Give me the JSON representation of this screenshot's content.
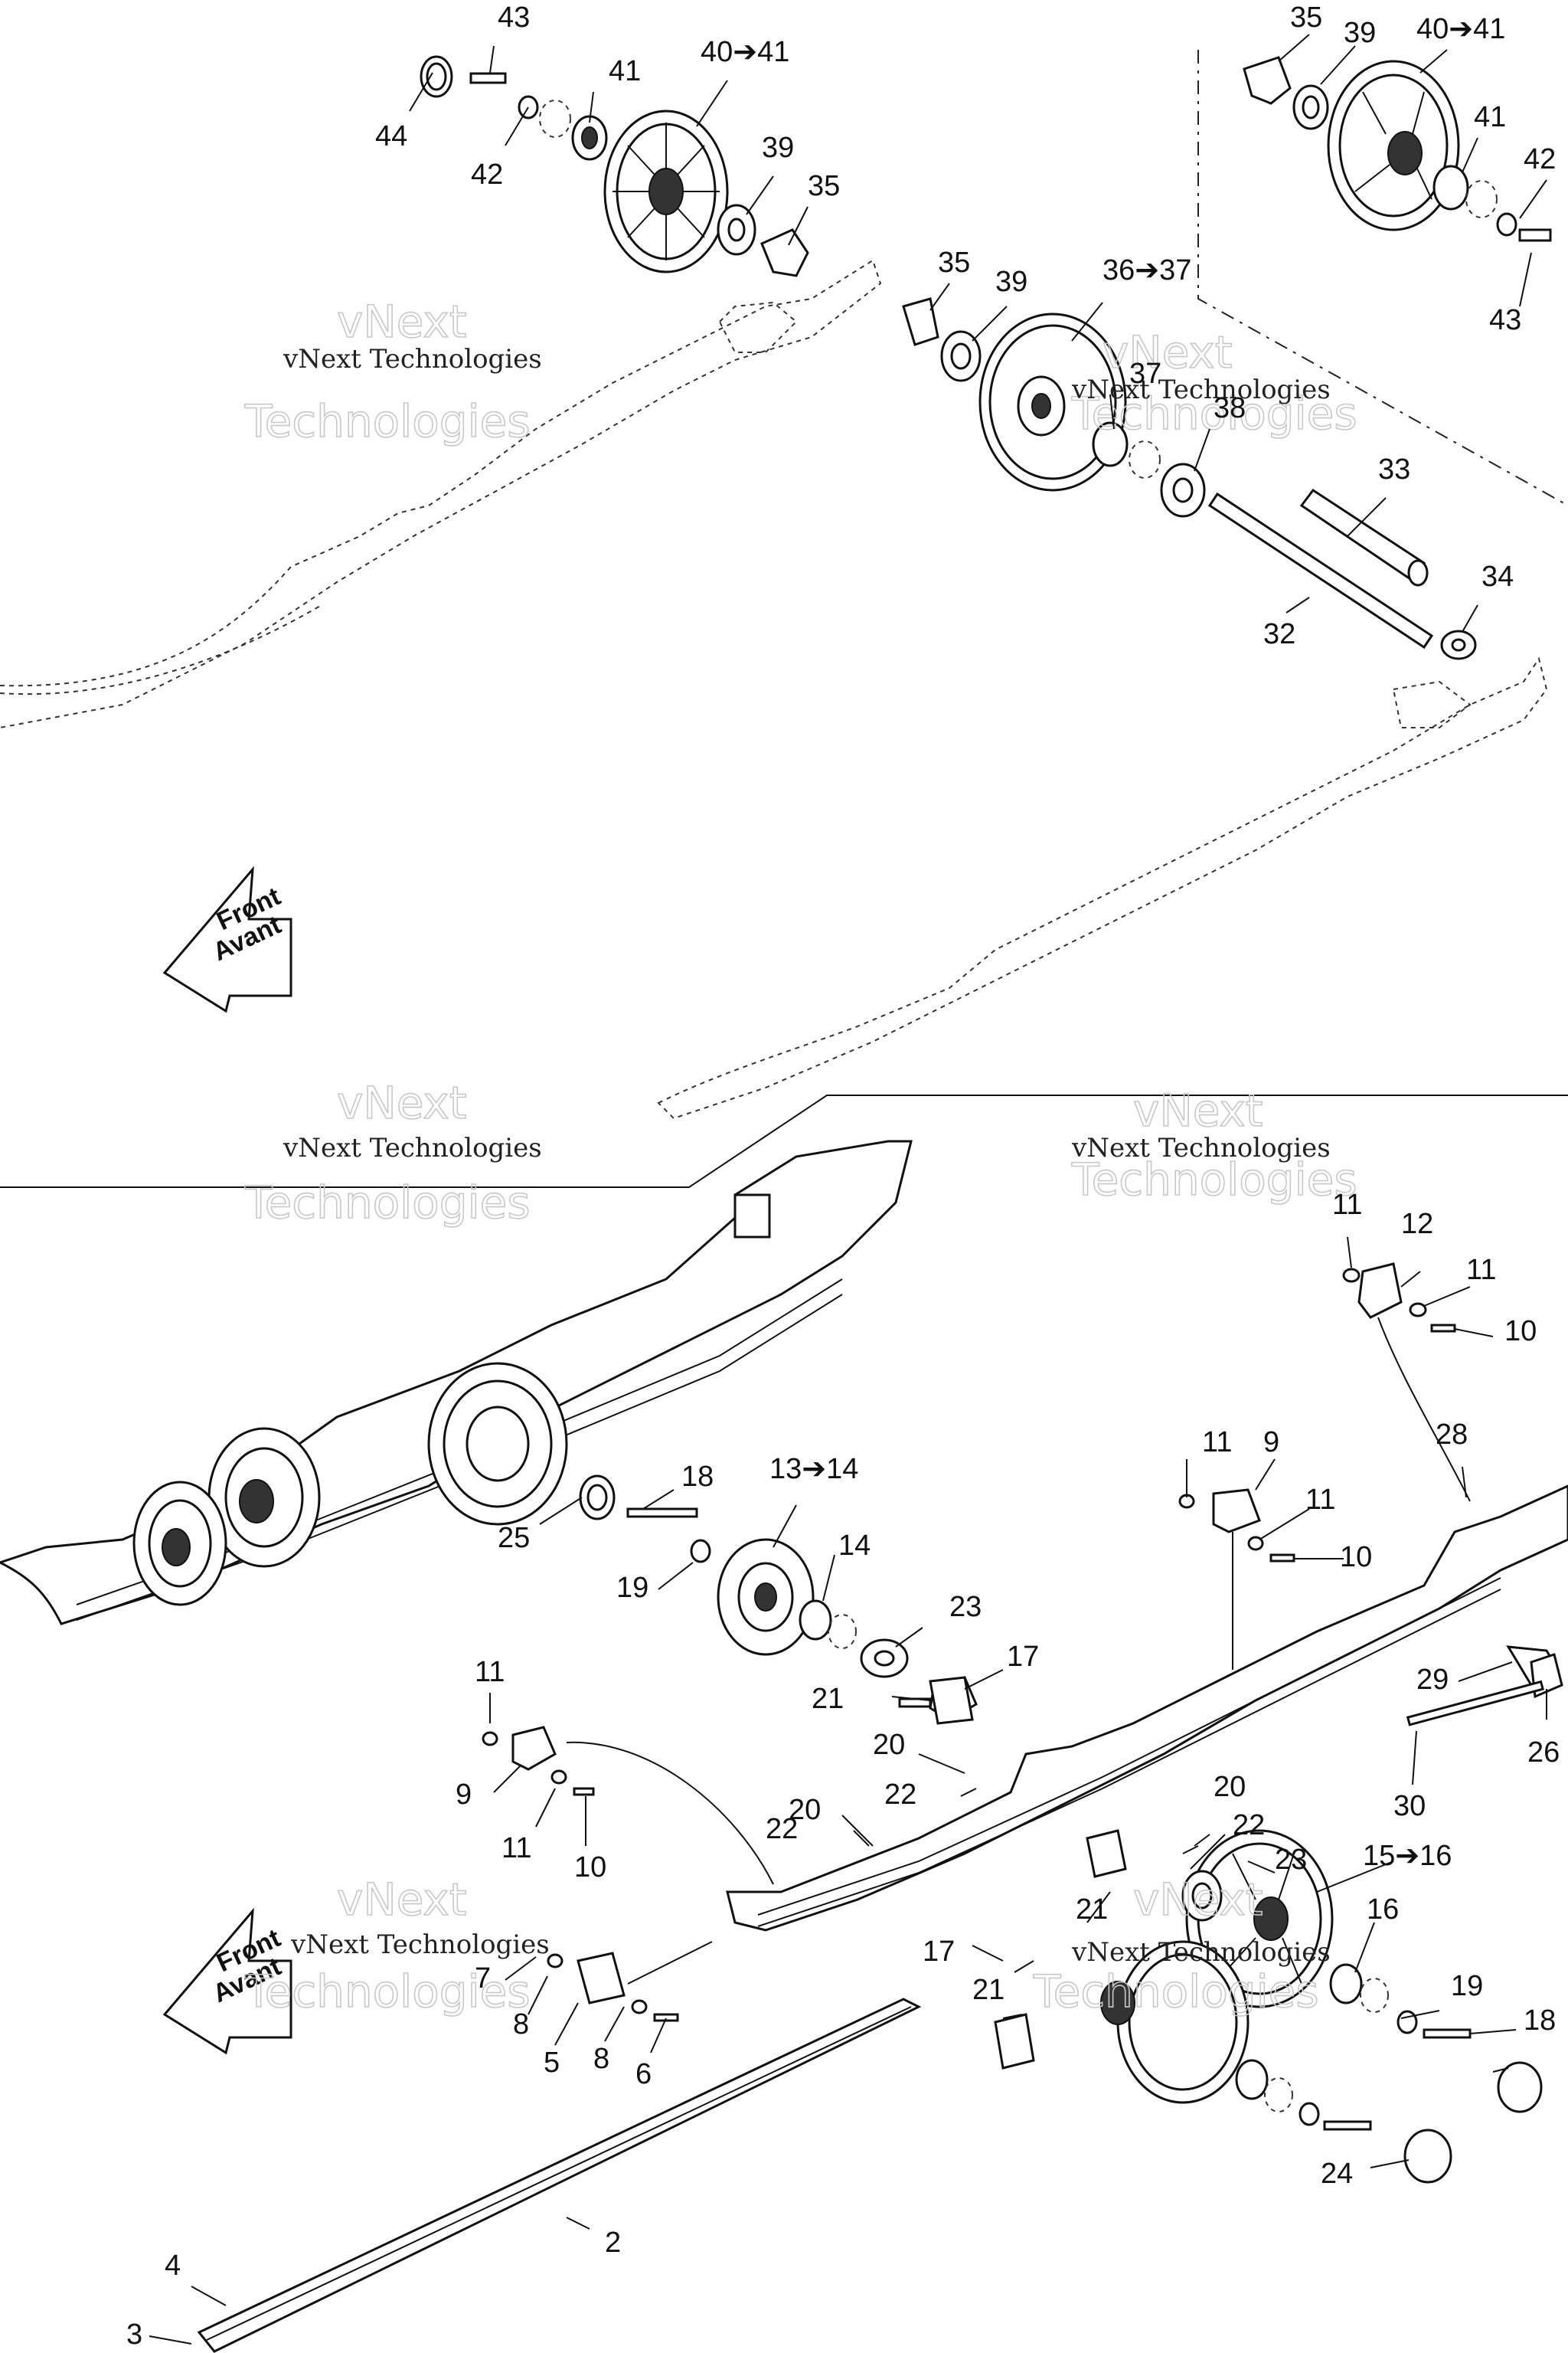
{
  "watermark": {
    "line1": "vNext Technologies",
    "line2": "vNext",
    "line3": "Technologies"
  },
  "direction_arrow": {
    "line1": "Front",
    "line2": "Avant"
  },
  "callouts": [
    "44",
    "43",
    "42",
    "41",
    "40➔41",
    "39",
    "35",
    "35",
    "39",
    "36➔37",
    "37",
    "38",
    "33",
    "34",
    "32",
    "35",
    "39",
    "40➔41",
    "41",
    "42",
    "43",
    "11",
    "12",
    "11",
    "10",
    "28",
    "11",
    "9",
    "11",
    "10",
    "29",
    "26",
    "30",
    "18",
    "13➔14",
    "25",
    "19",
    "14",
    "23",
    "17",
    "21",
    "11",
    "9",
    "11",
    "10",
    "20",
    "22",
    "20",
    "22",
    "20",
    "22",
    "23",
    "15➔16",
    "16",
    "21",
    "17",
    "21",
    "7",
    "8",
    "5",
    "8",
    "6",
    "19",
    "18",
    "24",
    "4",
    "2",
    "3"
  ],
  "colors": {
    "line": "#111111",
    "watermark": "#c8c8c8"
  }
}
